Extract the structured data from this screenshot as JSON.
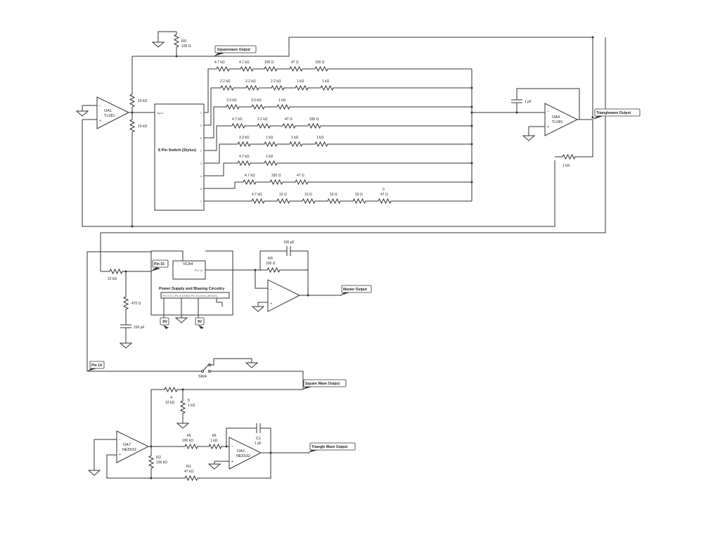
{
  "tags": {
    "squarewave_output_top": "Squarewave Output",
    "trianglewave_output_top": "Trianglewave Output",
    "pin15": "Pin 15",
    "master_output": "Master Output",
    "neg9v": "-9V",
    "pos9v": "9V",
    "pin14": "Pin 14",
    "square_wave_output": "Square Wave Output",
    "triangle_wave_output": "Triangle Wave Output"
  },
  "top_section": {
    "r0": {
      "name": "R0",
      "value": "100 Ω"
    },
    "r_oa1_upper": "10 kΩ",
    "r_oa1_lower": "10 kΩ",
    "oa1": {
      "name": "OA1",
      "part": "TL081"
    },
    "oa4": {
      "name": "OA4",
      "part": "TL081"
    },
    "cap_oa4": "1 pF",
    "r_oa4_fb": "1 kΩ",
    "switch": {
      "title": "8 Pin Switch (Stylus)",
      "input_pin": "input",
      "pins": [
        "C",
        "D",
        "E",
        "F",
        "G",
        "A",
        "B",
        "C"
      ]
    },
    "ladder_rows": [
      [
        "4.7 kΩ",
        "4.7 kΩ",
        "100 Ω",
        "47 Ω",
        "100 Ω"
      ],
      [
        "2.2 kΩ",
        "2.2 kΩ",
        "2.2 kΩ",
        "1 kΩ",
        "1 kΩ"
      ],
      [
        "3.3 kΩ",
        "3.3 kΩ",
        "1 kΩ"
      ],
      [
        "4.7 kΩ",
        "2.2 kΩ",
        "47 Ω",
        "330 Ω"
      ],
      [
        "3.3 kΩ",
        "1 kΩ",
        "1 kΩ",
        "1 kΩ"
      ],
      [
        "4.7 kΩ",
        "1 kΩ"
      ],
      [
        "4.7 kΩ",
        "330 Ω",
        "47 Ω"
      ],
      [
        "4.7 kΩ",
        "10 Ω",
        "10 Ω",
        "10 Ω",
        "10 Ω",
        "47 Ω"
      ]
    ],
    "last_row_extra": "0"
  },
  "middle_section": {
    "r_22k": "22 kΩ",
    "r_470": "470 Ω",
    "cap_100p_gnd": "100 pF",
    "vca": {
      "name": "VCA4",
      "pin13": "Pin 13"
    },
    "psu": {
      "title": "Power Supply and Biasing Circuitry",
      "pins": "Pin 9 (V-)  Pin 8 (GND)  Pin 16 (Vcc)  (MODE)"
    },
    "r5": {
      "name": "R5",
      "value": "100 Ω"
    },
    "cap_fb": "100 pF"
  },
  "bottom_section": {
    "sw4": "SW4",
    "r4": {
      "name": "4",
      "value": "10 kΩ"
    },
    "r5b": {
      "name": "5",
      "value": "1 kΩ"
    },
    "oa7": {
      "name": "OA7",
      "part": "NE5532"
    },
    "oa2": {
      "name": "OA2",
      "part": "NE5532"
    },
    "rt1": {
      "name": "Rt",
      "value": "100 kΩ"
    },
    "rt2": {
      "name": "Rt",
      "value": "1 kΩ"
    },
    "c1": {
      "name": "C1",
      "value": "1 pF"
    },
    "r2": {
      "name": "R2",
      "value": "100 kΩ"
    },
    "r1": {
      "name": "R1",
      "value": "47 kΩ"
    }
  }
}
